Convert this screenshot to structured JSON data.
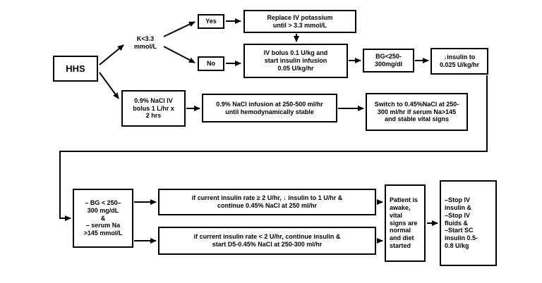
{
  "title": "HHS treatment flowchart",
  "nodes": {
    "hhs": "HHS",
    "k_label": "K<3.3\nmmol/L",
    "yes": "Yes",
    "no": "No",
    "replace_k": "Replace IV potassium\nuntil > 3.3 mmol/L",
    "iv_bolus": "IV bolus 0.1 U/kg and\nstart insulin infusion\n0.05 U/kg/hr",
    "bg_250": "BG<250-\n300mg/dl",
    "reduce_insulin": "↓insulin to\n0.025 U/kg/hr",
    "nacl_bolus": "0.9% NaCl IV\nbolus 1 L/hr x\n2 hrs",
    "nacl_infusion": "0.9% NaCl infusion at 250-500 ml/hr\nuntil hemodynamically stable",
    "switch_nacl": "Switch to 0.45%NaCl at 250-\n300 ml/hr if serum Na>145\nand stable vital signs",
    "bg_na": "– BG < 250–\n300 mg/dL\n&\n– serum Na\n>145 mmol/L",
    "insulin_ge2": "if current insulin rate ≥ 2 U/hr, ↓ insulin to 1 U/hr &\ncontinue 0.45% NaCl at 250 ml/hr",
    "insulin_lt2": "if current insulin rate < 2 U/hr, continue insulin &\nstart D5-0.45% NaCl at 250-300 ml/hr",
    "patient_awake": "Patient is\nawake,\nvital\nsigns are\nnormal\nand diet\nstarted",
    "stop_iv": "–Stop IV\ninsulin &\n–Stop IV\nfluids &\n–Start SC\ninsulin 0.5-\n0.8 U/kg"
  }
}
